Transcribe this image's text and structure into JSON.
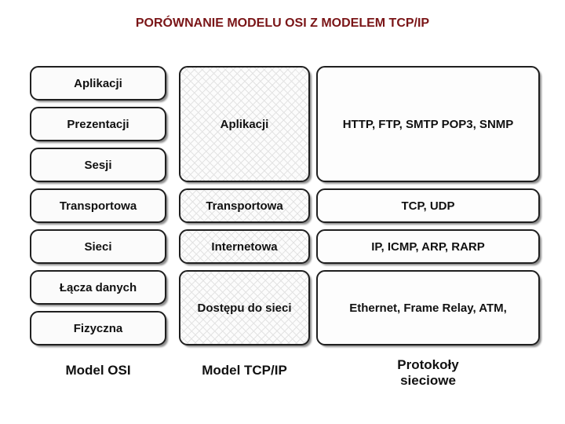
{
  "title": "PORÓWNANIE MODELU OSI Z MODELEM TCP/IP",
  "colors": {
    "title_text": "#7a1517",
    "box_border": "#1f1f1f",
    "box_fill": "#fdfdfd",
    "hatch_line": "#e3e3e3",
    "shadow": "rgba(0,0,0,0.45)"
  },
  "osi_column": {
    "caption": "Model OSI",
    "layers": [
      "Aplikacji",
      "Prezentacji",
      "Sesji",
      "Transportowa",
      "Sieci",
      "Łącza danych",
      "Fizyczna"
    ]
  },
  "tcpip_column": {
    "caption": "Model TCP/IP",
    "layers": [
      {
        "label": "Aplikacji",
        "rows": 3
      },
      {
        "label": "Transportowa",
        "rows": 1
      },
      {
        "label": "Internetowa",
        "rows": 1
      },
      {
        "label": "Dostępu do sieci",
        "rows": 2
      }
    ]
  },
  "protocols_column": {
    "caption": "Protokoły sieciowe",
    "groups": [
      {
        "label": "HTTP, FTP, SMTP POP3, SNMP",
        "rows": 3
      },
      {
        "label": "TCP, UDP",
        "rows": 1
      },
      {
        "label": "IP, ICMP, ARP, RARP",
        "rows": 1
      },
      {
        "label": "Ethernet, Frame Relay, ATM,",
        "rows": 2
      }
    ]
  }
}
